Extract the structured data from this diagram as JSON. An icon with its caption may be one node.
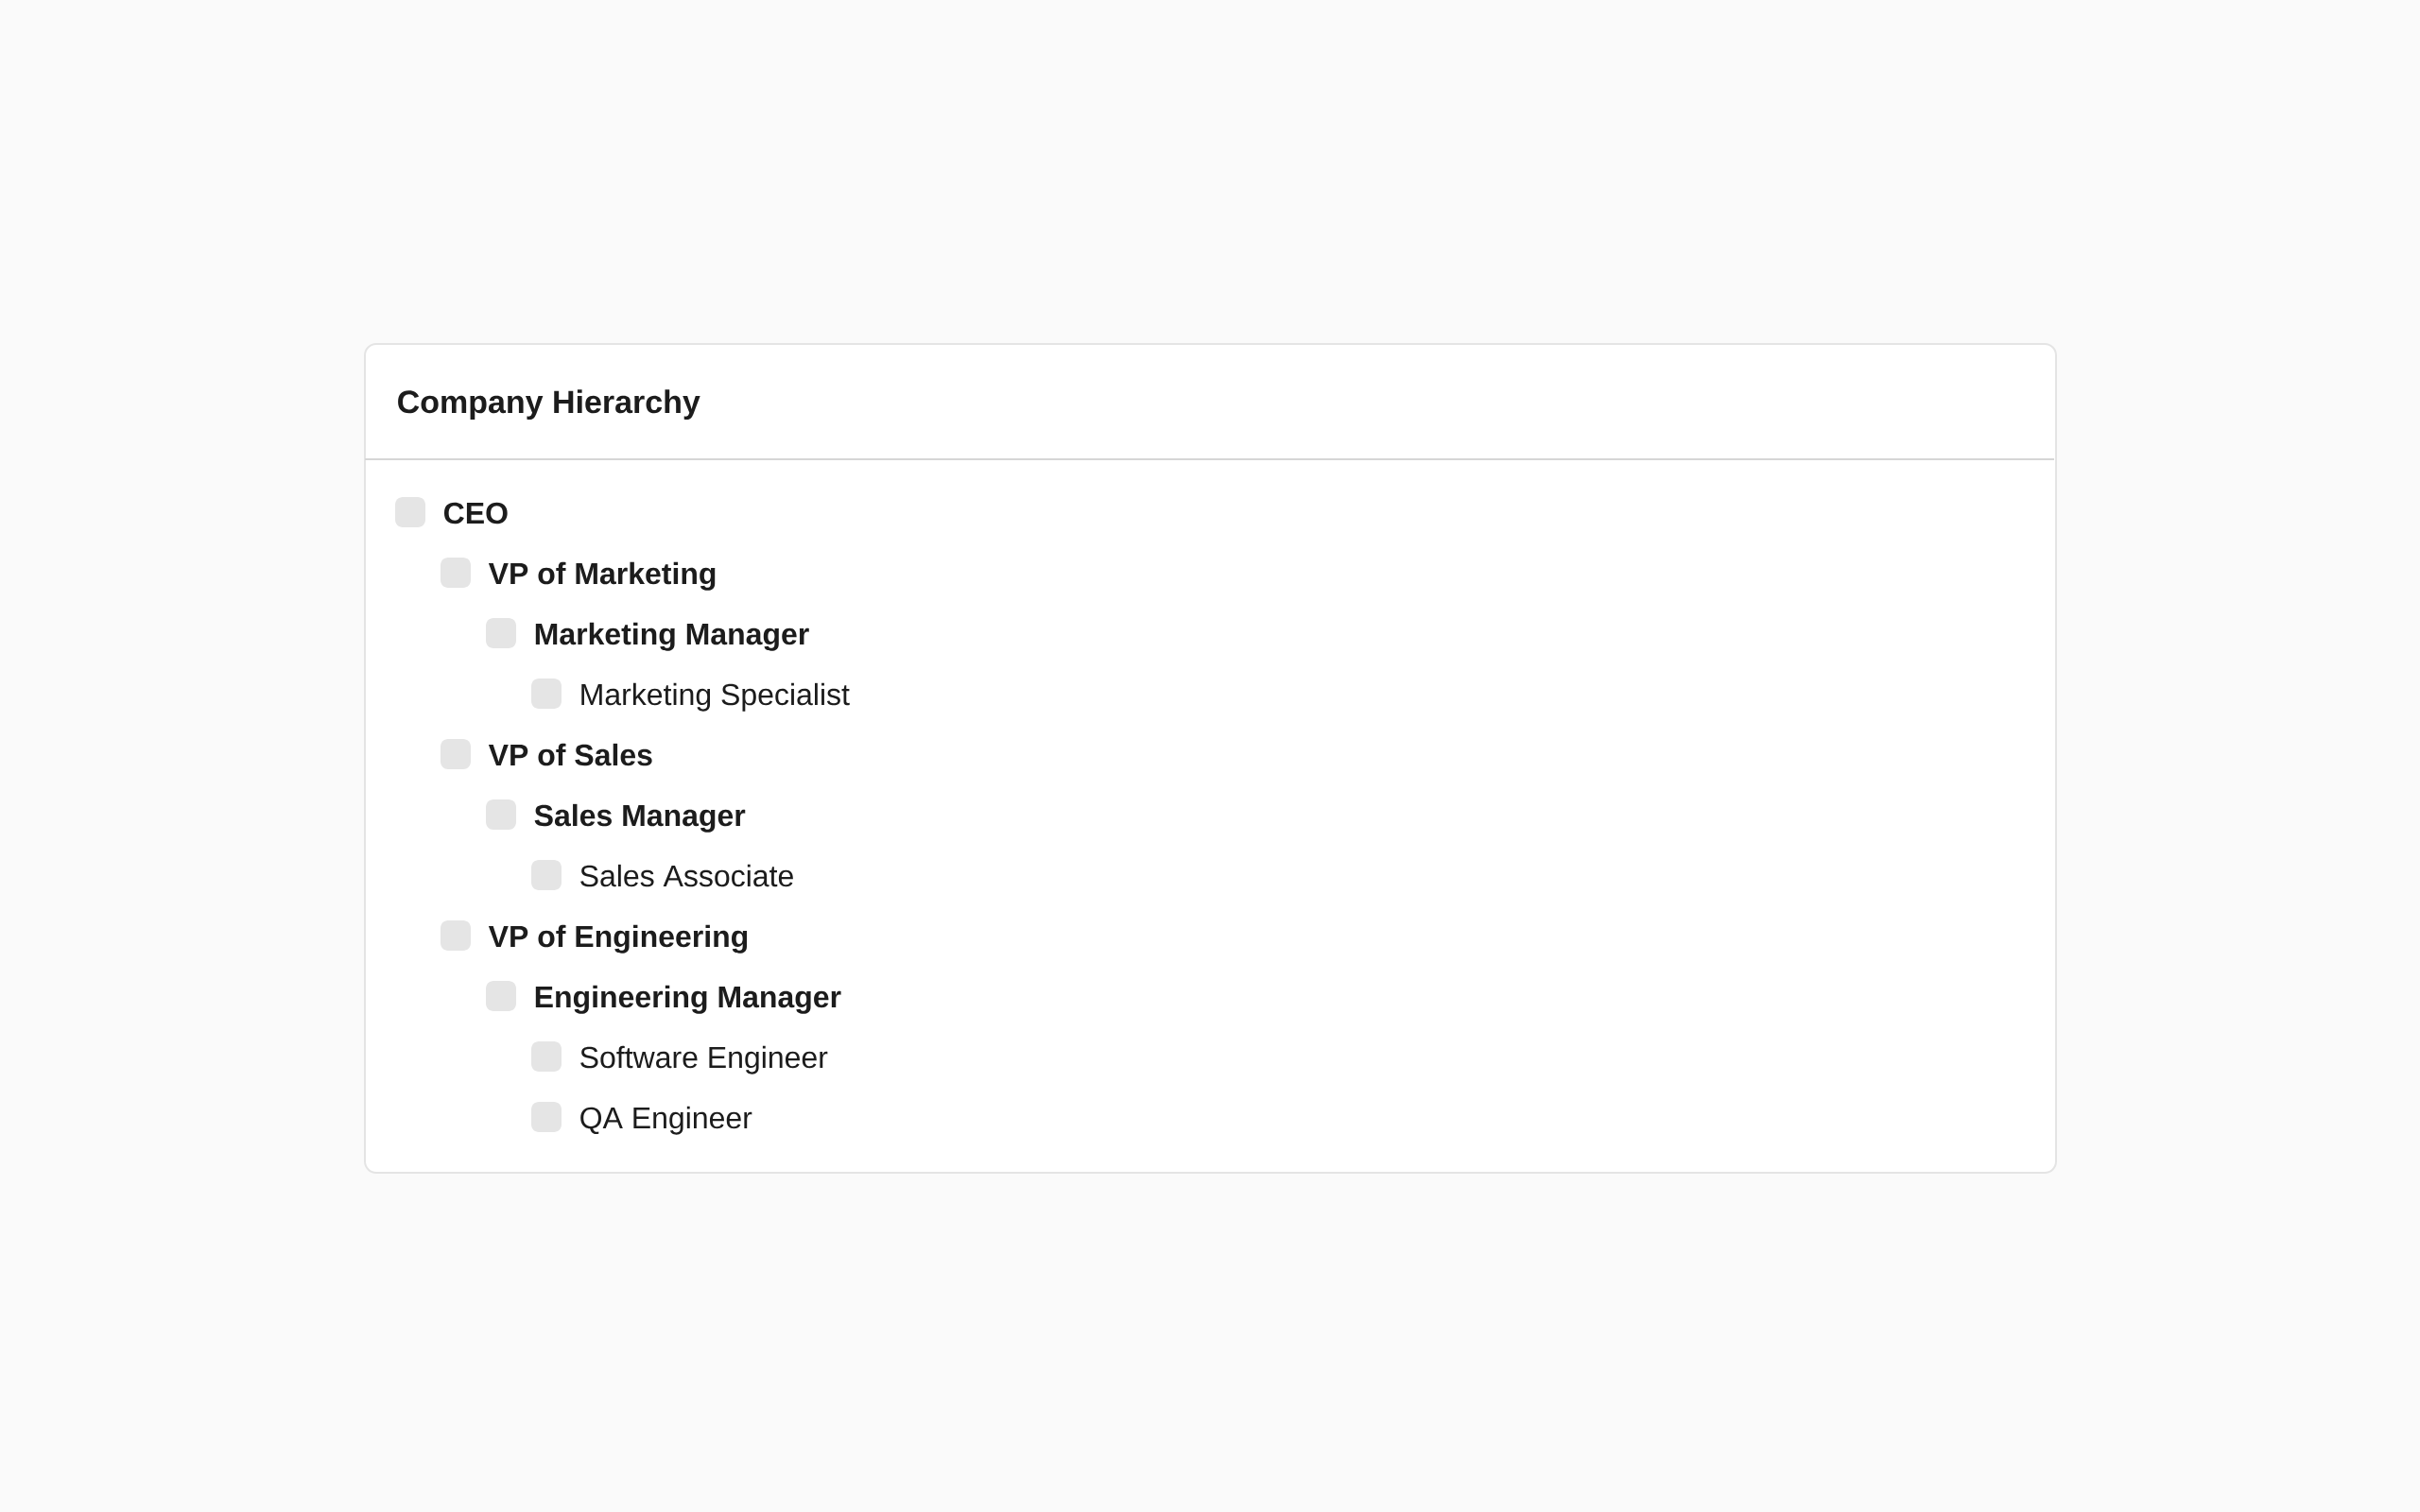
{
  "diagram": {
    "nodes": [
      {
        "text": [
          "Company Hierarchy"
        ]
      },
      {
        "text": [
          "CEO"
        ],
        "in": 0
      },
      {
        "text": [
          "VP of Marketing"
        ],
        "in": 0
      },
      {
        "text": [
          "Marketing Manager"
        ],
        "in": 0
      },
      {
        "text": [
          "Marketing Specialist"
        ],
        "in": 0
      },
      {
        "text": [
          "VP of Sales"
        ],
        "in": 0
      },
      {
        "text": [
          "Sales Manager"
        ],
        "in": 0
      },
      {
        "text": [
          "Sales Associate"
        ],
        "in": 0
      },
      {
        "text": [
          "VP of Engineering"
        ],
        "in": 0
      },
      {
        "text": [
          "Engineering Manager"
        ],
        "in": 0
      },
      {
        "text": [
          "Software Engineer"
        ],
        "in": 0
      },
      {
        "text": [
          "QA Engineer"
        ],
        "in": 0
      }
    ]
  }
}
